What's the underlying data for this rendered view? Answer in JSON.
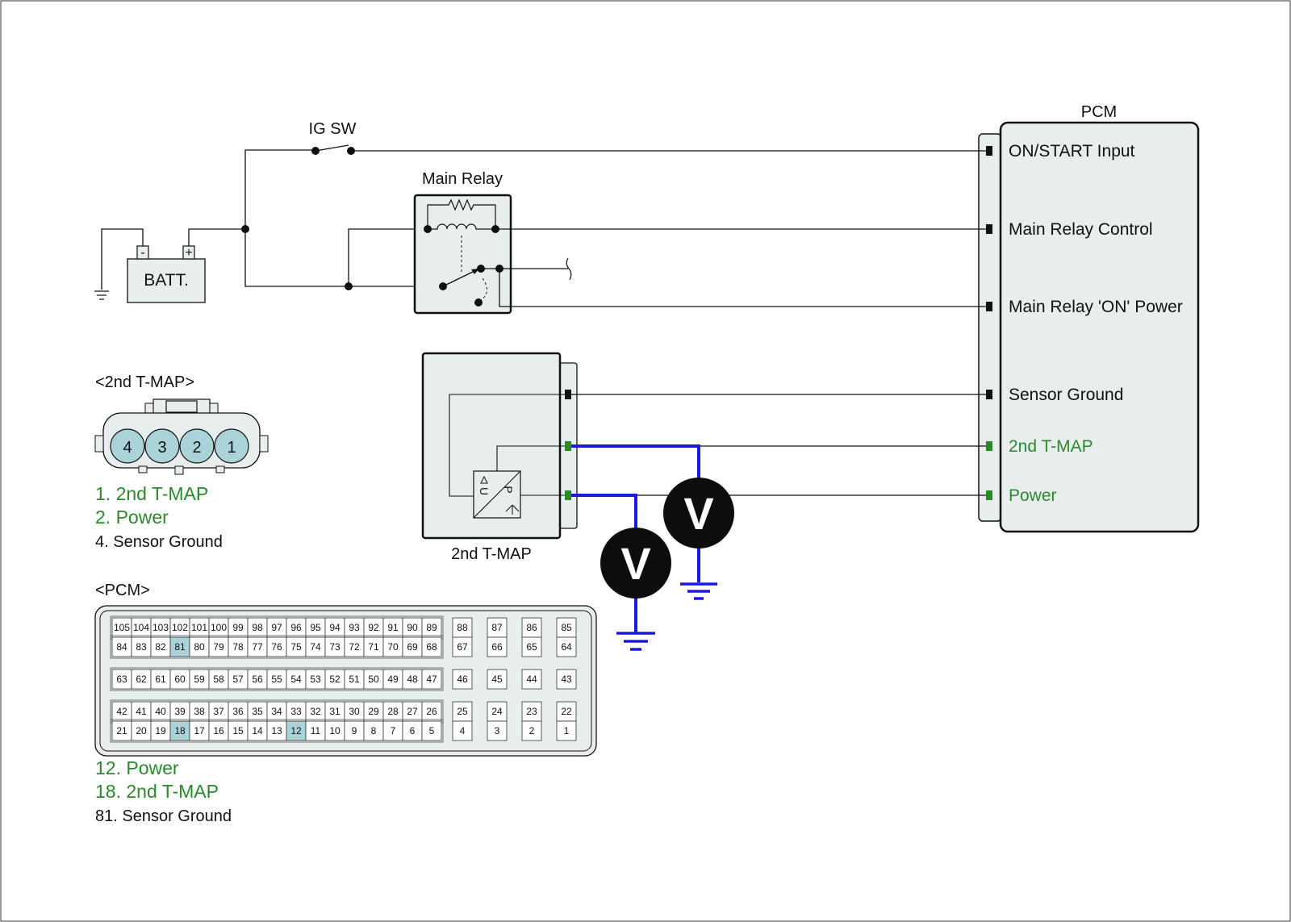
{
  "colors": {
    "module_fill": "#e8eeee",
    "stroke": "#111111",
    "probe_wire": "#1a1adc",
    "green_label": "#2a8a2a",
    "green_pin": "#2a8a2a",
    "highlight_pin": "#a9d3d9"
  },
  "labels": {
    "pcm": "PCM",
    "ig_sw": "IG SW",
    "main_relay": "Main Relay",
    "batt": "BATT.",
    "batt_minus": "-",
    "batt_plus": "+",
    "tmap_module": "2nd T-MAP",
    "tmap_sensor_u": "U",
    "tmap_sensor_p": "P",
    "voltmeter_symbol": "V"
  },
  "pcm_terminals": [
    {
      "label": "ON/START Input",
      "highlight": false
    },
    {
      "label": "Main Relay Control",
      "highlight": false
    },
    {
      "label": "Main Relay 'ON' Power",
      "highlight": false
    },
    {
      "label": "Sensor Ground",
      "highlight": false
    },
    {
      "label": "2nd T-MAP",
      "highlight": true
    },
    {
      "label": "Power",
      "highlight": true
    }
  ],
  "tmap_connector": {
    "title": "<2nd T-MAP>",
    "pins": [
      "4",
      "3",
      "2",
      "1"
    ],
    "legend": [
      {
        "text": "1. 2nd T-MAP",
        "highlight": true
      },
      {
        "text": "2. Power",
        "highlight": true
      },
      {
        "text": "4. Sensor Ground",
        "highlight": false
      }
    ]
  },
  "pcm_connector": {
    "title": "<PCM>",
    "groups": [
      {
        "rows": [
          [
            "105",
            "104",
            "103",
            "102",
            "101",
            "100",
            "99",
            "98",
            "97",
            "96",
            "95",
            "94",
            "93",
            "92",
            "91",
            "90",
            "89"
          ],
          [
            "84",
            "83",
            "82",
            "81",
            "80",
            "79",
            "78",
            "77",
            "76",
            "75",
            "74",
            "73",
            "72",
            "71",
            "70",
            "69",
            "68"
          ]
        ]
      },
      {
        "rows": [
          [
            "63",
            "62",
            "61",
            "60",
            "59",
            "58",
            "57",
            "56",
            "55",
            "54",
            "53",
            "52",
            "51",
            "50",
            "49",
            "48",
            "47"
          ]
        ]
      },
      {
        "rows": [
          [
            "42",
            "41",
            "40",
            "39",
            "38",
            "37",
            "36",
            "35",
            "34",
            "33",
            "32",
            "31",
            "30",
            "29",
            "28",
            "27",
            "26"
          ],
          [
            "21",
            "20",
            "19",
            "18",
            "17",
            "16",
            "15",
            "14",
            "13",
            "12",
            "11",
            "10",
            "9",
            "8",
            "7",
            "6",
            "5"
          ]
        ]
      }
    ],
    "side_pins": [
      [
        "88",
        "87",
        "86",
        "85"
      ],
      [
        "67",
        "66",
        "65",
        "64"
      ],
      [
        "46",
        "45",
        "44",
        "43"
      ],
      [
        "25",
        "24",
        "23",
        "22"
      ],
      [
        "4",
        "3",
        "2",
        "1"
      ]
    ],
    "highlighted_pins": [
      "81",
      "18",
      "12"
    ],
    "legend": [
      {
        "text": "12. Power",
        "highlight": true
      },
      {
        "text": "18. 2nd T-MAP",
        "highlight": true
      },
      {
        "text": "81. Sensor Ground",
        "highlight": false
      }
    ]
  }
}
